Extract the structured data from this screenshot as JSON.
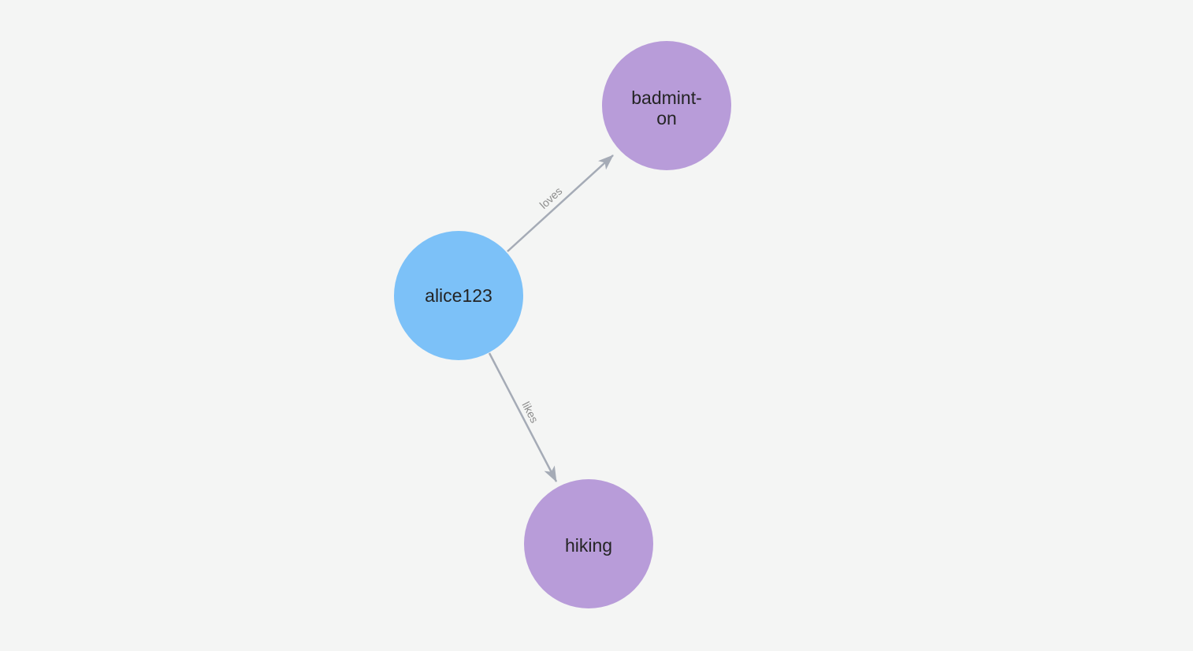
{
  "canvas": {
    "background_color": "#f4f5f4"
  },
  "colors": {
    "person_node": "#7cc1f8",
    "hobby_node": "#b89cd9",
    "edge": "#a5abb6",
    "node_label_text": "#242424",
    "edge_label_text": "#8c8c8c"
  },
  "graph": {
    "nodes": [
      {
        "id": "alice123",
        "label": "alice123",
        "type": "person"
      },
      {
        "id": "badminton",
        "label": "badmint-\non",
        "type": "hobby"
      },
      {
        "id": "hiking",
        "label": "hiking",
        "type": "hobby"
      }
    ],
    "edges": [
      {
        "from": "alice123",
        "to": "badminton",
        "label": "loves"
      },
      {
        "from": "alice123",
        "to": "hiking",
        "label": "likes"
      }
    ]
  }
}
